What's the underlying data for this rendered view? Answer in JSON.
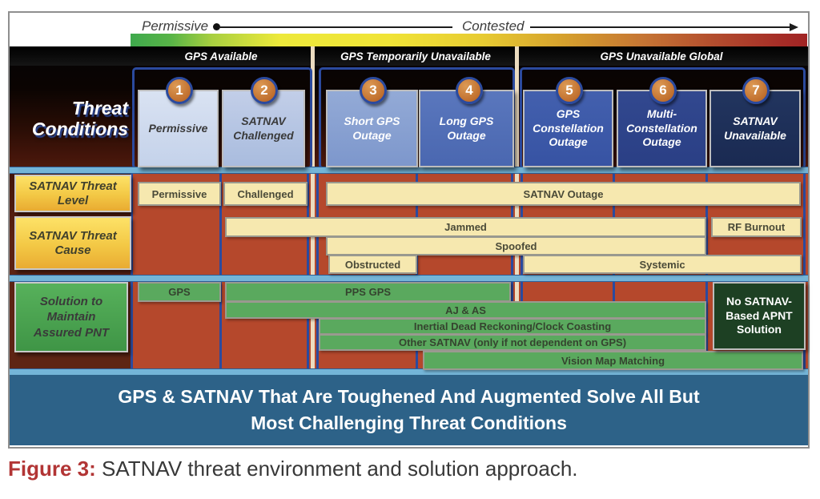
{
  "scale": {
    "left_label": "Permissive",
    "right_label": "Contested"
  },
  "section_headers": {
    "group1": "GPS Available",
    "group2": "GPS Temporarily Unavailable",
    "group3": "GPS Unavailable Global"
  },
  "threat_conditions": {
    "row_label": "Threat Conditions",
    "items": [
      {
        "num": "1",
        "label": "Permissive"
      },
      {
        "num": "2",
        "label": "SATNAV Challenged"
      },
      {
        "num": "3",
        "label": "Short GPS Outage"
      },
      {
        "num": "4",
        "label": "Long GPS Outage"
      },
      {
        "num": "5",
        "label": "GPS Constellation Outage"
      },
      {
        "num": "6",
        "label": "Multi-Constellation Outage"
      },
      {
        "num": "7",
        "label": "SATNAV Unavailable"
      }
    ]
  },
  "threat_level": {
    "row_label": "SATNAV Threat Level",
    "bars": [
      {
        "label": "Permissive"
      },
      {
        "label": "Challenged"
      },
      {
        "label": "SATNAV Outage"
      }
    ]
  },
  "threat_cause": {
    "row_label": "SATNAV Threat Cause",
    "bars": [
      {
        "label": "Jammed"
      },
      {
        "label": "RF Burnout"
      },
      {
        "label": "Spoofed"
      },
      {
        "label": "Obstructed"
      },
      {
        "label": "Systemic"
      }
    ]
  },
  "solution": {
    "row_label": "Solution to Maintain Assured PNT",
    "bars": [
      {
        "label": "GPS"
      },
      {
        "label": "PPS GPS"
      },
      {
        "label": "AJ & AS"
      },
      {
        "label": "Inertial Dead Reckoning/Clock Coasting"
      },
      {
        "label": "Other SATNAV (only if not dependent on GPS)"
      },
      {
        "label": "Vision Map Matching"
      }
    ],
    "no_solution_label": "No SATNAV-Based APNT Solution"
  },
  "banner": {
    "line1": "GPS & SATNAV That Are Toughened And Augmented Solve All But",
    "line2": "Most Challenging Threat Conditions"
  },
  "caption": {
    "prefix": "Figure 3:",
    "text": " SATNAV threat environment and solution approach."
  },
  "colors": {
    "scale_gradient_start": "#3fa94d",
    "scale_gradient_mid": "#ede93b",
    "scale_gradient_end": "#a02424",
    "grid_background": "#b5482c",
    "left_background": "#5c2213",
    "blue_line": "#2b4a9e",
    "light_blue_band": "#74b5d8",
    "gold_label": "#f3c845",
    "cream_bar": "#f6e8af",
    "green_bar": "#5aa95e",
    "dark_green_box": "#1d4023",
    "banner_teal": "#2d6288",
    "caption_red": "#b23535",
    "condition_box_1": "#ccd8ee",
    "condition_box_2": "#b2c3e3",
    "condition_box_3": "#8aa3d3",
    "condition_box_4": "#5272bb",
    "condition_box_5": "#3c59ab",
    "condition_box_6": "#2b4490",
    "condition_box_7": "#1c2f5e",
    "circle_orange": "#c06f2e"
  }
}
